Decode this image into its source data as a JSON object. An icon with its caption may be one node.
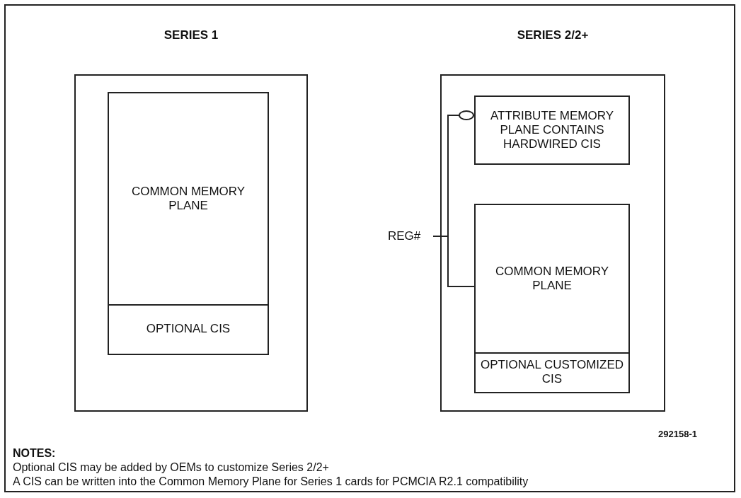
{
  "diagram": {
    "nodes": [
      {
        "text": [
          "SERIES 1"
        ]
      },
      {
        "text": [
          "COMMON MEMORY PLANE"
        ],
        "in": 0
      },
      {
        "text": [
          "OPTIONAL CIS"
        ],
        "in": 0
      },
      {
        "text": [
          "SERIES 2/2+"
        ]
      },
      {
        "text": [
          "ATTRIBUTE MEMORY PLANE CONTAINS HARDWIRED CIS"
        ],
        "in": 3
      },
      {
        "text": [
          "COMMON MEMORY PLANE"
        ],
        "in": 3
      },
      {
        "text": [
          "OPTIONAL CUSTOMIZED CIS"
        ],
        "in": 3
      },
      {
        "text": [
          "REG#"
        ]
      }
    ],
    "edges": [
      {
        "from": 7,
        "to": 4,
        "arrow": "other"
      },
      {
        "from": 7,
        "to": 5,
        "arrow": "none"
      }
    ],
    "labels": [
      "292158-1",
      "NOTES:",
      "Optional CIS may be added by OEMs to customize Series 2/2+",
      "A CIS can be written into the Common Memory Plane for Series 1 cards for PCMCIA R2.1 compatibility"
    ]
  }
}
